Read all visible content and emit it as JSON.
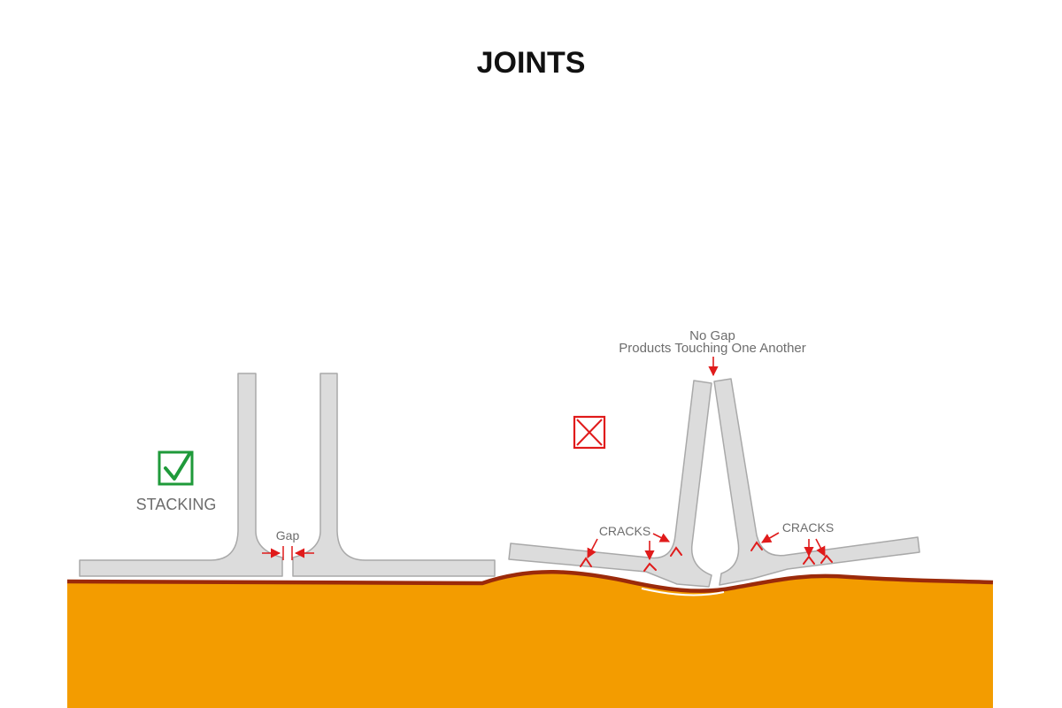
{
  "title": "JOINTS",
  "good_example": {
    "status": "correct",
    "status_icon": "check-box-icon",
    "status_color": "#1f9a3a",
    "label": "STACKING",
    "gap_label": "Gap"
  },
  "bad_example": {
    "status": "incorrect",
    "status_icon": "x-box-icon",
    "status_color": "#e01b1b",
    "top_note_line1": "No Gap",
    "top_note_line2": "Products Touching One Another",
    "cracks_left_label": "CRACKS",
    "cracks_right_label": "CRACKS"
  },
  "colors": {
    "ground": "#f39c00",
    "ground_edge": "#9b2a0a",
    "product_fill": "#dcdcdc",
    "product_stroke": "#a9a9a9",
    "annotation": "#e01b1b"
  }
}
